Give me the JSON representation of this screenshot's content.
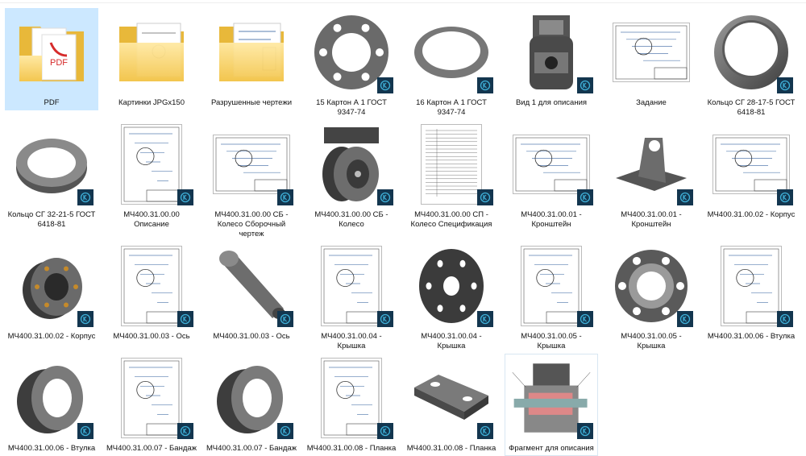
{
  "items": [
    {
      "label": "PDF",
      "kind": "folder-pdf",
      "badge": false,
      "selected": true
    },
    {
      "label": "Картинки JPGx150",
      "kind": "folder-images",
      "badge": false
    },
    {
      "label": "Разрушенные чертежи",
      "kind": "folder-drawings",
      "badge": false
    },
    {
      "label": "15 Картон А 1 ГОСТ 9347-74",
      "kind": "flange",
      "badge": true
    },
    {
      "label": "16 Картон А 1 ГОСТ 9347-74",
      "kind": "washer",
      "badge": true
    },
    {
      "label": "Вид 1 для описания",
      "kind": "assembly",
      "badge": true
    },
    {
      "label": "Задание",
      "kind": "drawing-landscape",
      "badge": false
    },
    {
      "label": "Кольцо СГ 28-17-5 ГОСТ 6418-81",
      "kind": "ring",
      "badge": true
    },
    {
      "label": "Кольцо СГ 32-21-5 ГОСТ 6418-81",
      "kind": "ring-flat",
      "badge": true
    },
    {
      "label": "МЧ400.31.00.00 Описание",
      "kind": "drawing-portrait",
      "badge": true
    },
    {
      "label": "МЧ400.31.00.00 СБ - Колесо Сборочный чертеж",
      "kind": "drawing-landscape",
      "badge": true
    },
    {
      "label": "МЧ400.31.00.00 СБ - Колесо",
      "kind": "wheel",
      "badge": true
    },
    {
      "label": "МЧ400.31.00.00 СП - Колесо Спецификация",
      "kind": "spec",
      "badge": true
    },
    {
      "label": "МЧ400.31.00.01 - Кронштейн",
      "kind": "drawing-landscape",
      "badge": true
    },
    {
      "label": "МЧ400.31.00.01 - Кронштейн",
      "kind": "bracket",
      "badge": true
    },
    {
      "label": "МЧ400.31.00.02 - Корпус",
      "kind": "drawing-landscape",
      "badge": true
    },
    {
      "label": "МЧ400.31.00.02 - Корпус",
      "kind": "hub",
      "badge": true
    },
    {
      "label": "МЧ400.31.00.03 - Ось",
      "kind": "drawing-portrait",
      "badge": true
    },
    {
      "label": "МЧ400.31.00.03 - Ось",
      "kind": "shaft",
      "badge": true
    },
    {
      "label": "МЧ400.31.00.04 - Крышка",
      "kind": "drawing-portrait",
      "badge": true
    },
    {
      "label": "МЧ400.31.00.04 - Крышка",
      "kind": "flange-dark",
      "badge": true
    },
    {
      "label": "МЧ400.31.00.05 - Крышка",
      "kind": "drawing-portrait",
      "badge": true
    },
    {
      "label": "МЧ400.31.00.05 - Крышка",
      "kind": "flange-thick",
      "badge": true
    },
    {
      "label": "МЧ400.31.00.06 - Втулка",
      "kind": "drawing-portrait",
      "badge": true
    },
    {
      "label": "МЧ400.31.00.06 - Втулка",
      "kind": "bushing",
      "badge": true
    },
    {
      "label": "МЧ400.31.00.07 - Бандаж",
      "kind": "drawing-portrait",
      "badge": true
    },
    {
      "label": "МЧ400.31.00.07 - Бандаж",
      "kind": "bushing",
      "badge": true
    },
    {
      "label": "МЧ400.31.00.08 - Планка",
      "kind": "drawing-portrait",
      "badge": true
    },
    {
      "label": "МЧ400.31.00.08 - Планка",
      "kind": "plate",
      "badge": true
    },
    {
      "label": "Фрагмент для описания",
      "kind": "fragment",
      "badge": true,
      "hover": true
    }
  ],
  "colors": {
    "selection": "#cce8ff",
    "badge": "#13364f",
    "badge_ring": "#3fb0d8",
    "part": "#6b6b6b"
  }
}
